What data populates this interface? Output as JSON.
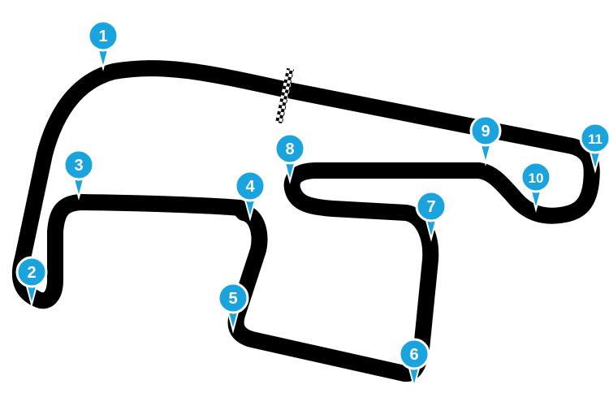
{
  "map": {
    "track_color": "#000000",
    "track_edge_color": "#ffffff",
    "marker_color": "#1aa3dd",
    "marker_border_color": "#ffffff",
    "marker_label_color": "#ffffff",
    "finish_line": "checkered-flag-line",
    "turns": [
      {
        "label": "1"
      },
      {
        "label": "2"
      },
      {
        "label": "3"
      },
      {
        "label": "4"
      },
      {
        "label": "5"
      },
      {
        "label": "6"
      },
      {
        "label": "7"
      },
      {
        "label": "8"
      },
      {
        "label": "9"
      },
      {
        "label": "10"
      },
      {
        "label": "11"
      }
    ]
  }
}
